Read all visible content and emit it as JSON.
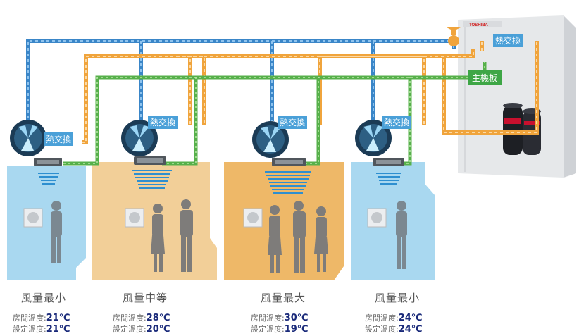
{
  "colors": {
    "cool_room": "#a9d8f0",
    "warm_room": "#f2cf98",
    "hot_room": "#eeb868",
    "refrigerant_blue": "#3a86c8",
    "refrigerant_orange": "#f0a43c",
    "control_green": "#56b04a",
    "board_green": "#3ea646",
    "heat_exchange_blue": "#4aa0d8"
  },
  "outdoor_unit": {
    "brand": "TOSHIBA",
    "heat_exchange_label": "熱交換",
    "board_label": "主機板"
  },
  "heat_exchange_label": "熱交換",
  "rooms": [
    {
      "fan_mode": "風量最小",
      "room_temp_label": "房間溫度",
      "room_temp": "21℃",
      "set_temp_label": "設定溫度",
      "set_temp": "21℃",
      "people_count": 1,
      "tone": "cool"
    },
    {
      "fan_mode": "風量中等",
      "room_temp_label": "房間溫度",
      "room_temp": "28℃",
      "set_temp_label": "設定溫度",
      "set_temp": "20℃",
      "people_count": 2,
      "tone": "warm"
    },
    {
      "fan_mode": "風量最大",
      "room_temp_label": "房間溫度",
      "room_temp": "30℃",
      "set_temp_label": "設定溫度",
      "set_temp": "19℃",
      "people_count": 3,
      "tone": "hot"
    },
    {
      "fan_mode": "風量最小",
      "room_temp_label": "房間溫度",
      "room_temp": "24℃",
      "set_temp_label": "設定溫度",
      "set_temp": "24℃",
      "people_count": 1,
      "tone": "cool"
    }
  ]
}
